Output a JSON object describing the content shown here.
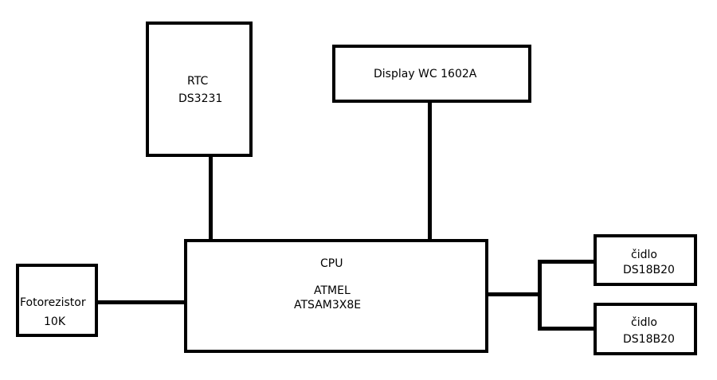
{
  "blocks": {
    "rtc": {
      "line1": "RTC",
      "line2": "DS3231"
    },
    "display": {
      "label": "Display WC 1602A"
    },
    "cpu": {
      "line1": "CPU",
      "line2": "ATMEL",
      "line3": "ATSAM3X8E"
    },
    "photoresistor": {
      "line1": "Fotorezistor",
      "line2": "10K"
    },
    "sensor_1": {
      "line1": "čidlo",
      "line2": "DS18B20"
    },
    "sensor_2": {
      "line1": "čidlo",
      "line2": "DS18B20"
    }
  },
  "connections": [
    {
      "from": "rtc",
      "to": "cpu"
    },
    {
      "from": "display",
      "to": "cpu"
    },
    {
      "from": "photoresistor",
      "to": "cpu"
    },
    {
      "from": "cpu",
      "to": "sensor_1"
    },
    {
      "from": "cpu",
      "to": "sensor_2"
    }
  ]
}
